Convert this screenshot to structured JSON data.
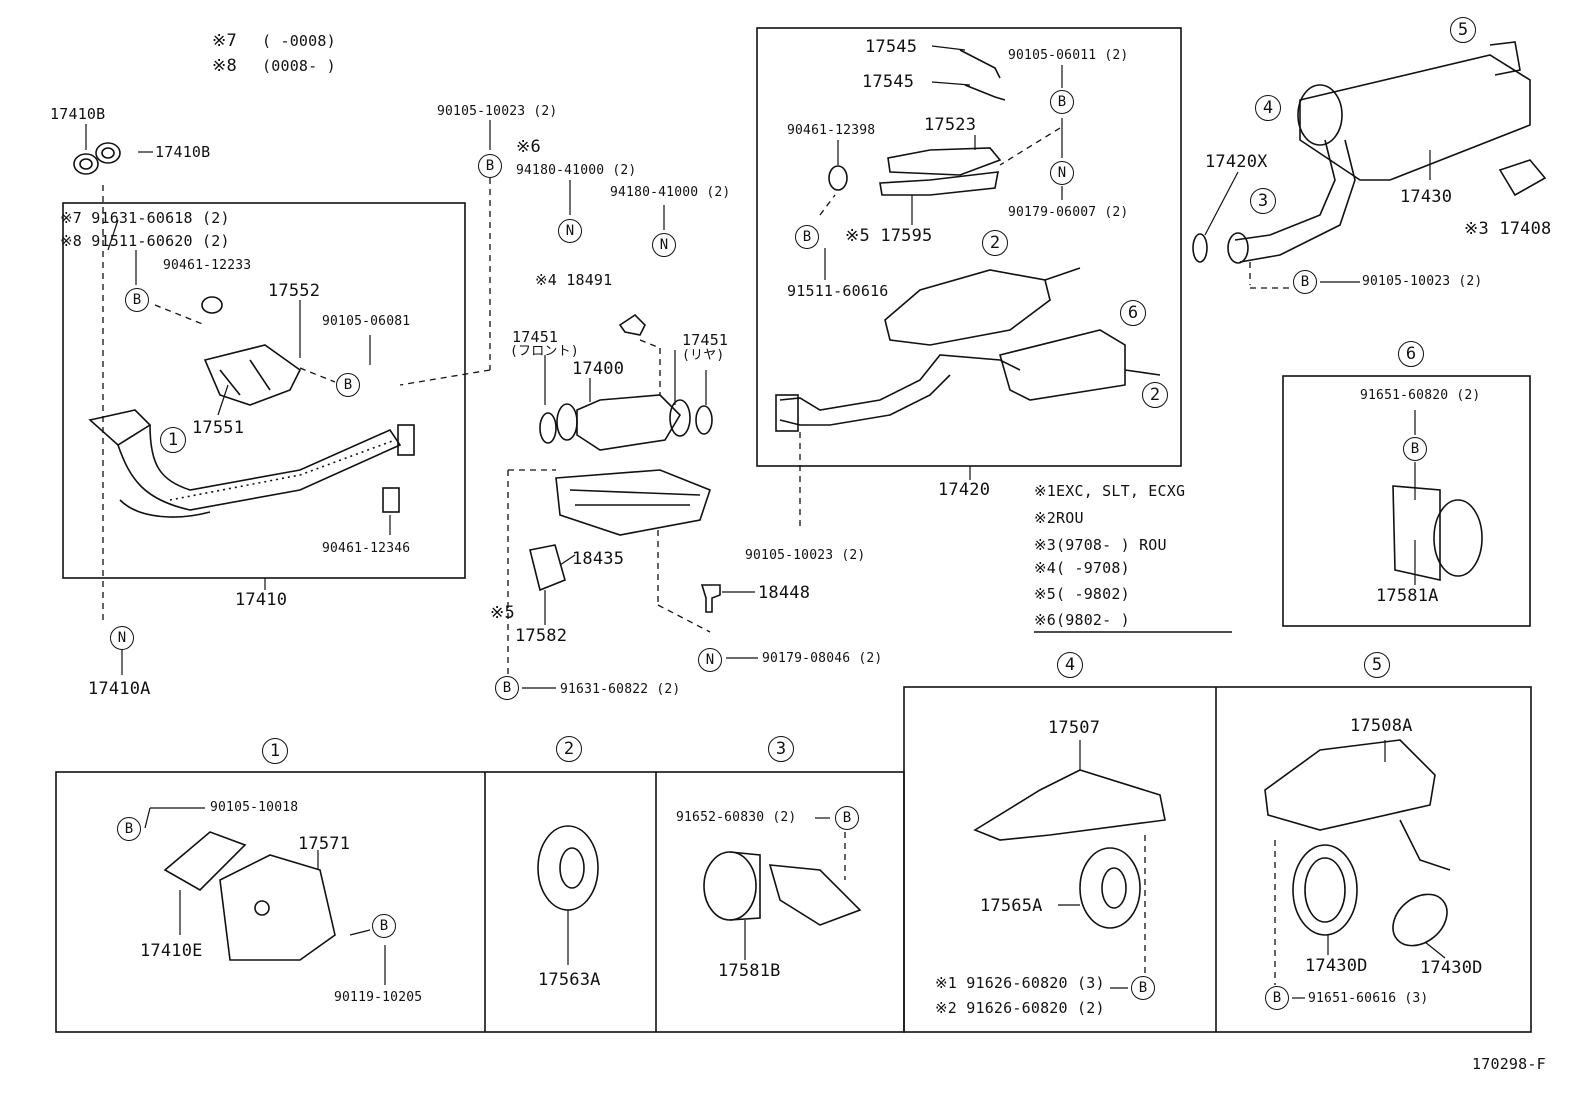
{
  "diagram_id": "170298-F",
  "header_notes": [
    {
      "mark": "※7",
      "range": "(      -0008)"
    },
    {
      "mark": "※8",
      "range": "(0008-      )"
    }
  ],
  "legend": [
    "※1EXC, SLT, ECXG",
    "※2ROU",
    "※3(9708-      ) ROU",
    "※4(      -9708)",
    "※5(      -9802)",
    "※6(9802-      )"
  ],
  "markers": {
    "bolt": "B",
    "nut": "N"
  },
  "section_numbers": [
    "1",
    "2",
    "3",
    "4",
    "5",
    "6"
  ],
  "labels": {
    "p17410B_a": "17410B",
    "p17410B_b": "17410B",
    "p91631_60618": "※7 91631-60618 (2)",
    "p91511_60620": "※8 91511-60620 (2)",
    "p90461_12233": "90461-12233",
    "p17552": "17552",
    "p90105_06081": "90105-06081",
    "p17551": "17551",
    "p90461_12346": "90461-12346",
    "p17410": "17410",
    "p17410A": "17410A",
    "p90105_10023_top": "90105-10023 (2)",
    "p_mark6": "※6",
    "p94180_a": "94180-41000 (2)",
    "p94180_b": "94180-41000 (2)",
    "p18491": "※4 18491",
    "p17451_front": "17451",
    "p17451_front_jp": "(フロント)",
    "p17451_rear": "17451",
    "p17451_rear_jp": "(リヤ)",
    "p17400": "17400",
    "p18435": "18435",
    "p18448": "18448",
    "p17582_mark": "※5",
    "p17582": "17582",
    "p90179_08046": "90179-08046 (2)",
    "p91631_60822": "91631-60822 (2)",
    "p17545_a": "17545",
    "p17545_b": "17545",
    "p90105_06011": "90105-06011 (2)",
    "p90461_12398": "90461-12398",
    "p17523": "17523",
    "p17595": "※5 17595",
    "p90179_06007": "90179-06007 (2)",
    "p91511_60616": "91511-60616",
    "p17420": "17420",
    "p90105_10023_mid": "90105-10023 (2)",
    "p17420X": "17420X",
    "p17430": "17430",
    "p17408": "※3 17408",
    "p90105_10023_right": "90105-10023 (2)",
    "p91651_60820": "91651-60820 (2)",
    "p17581A": "17581A",
    "p90105_10018": "90105-10018",
    "p17571": "17571",
    "p17410E": "17410E",
    "p90119_10205": "90119-10205",
    "p17563A": "17563A",
    "p91652_60830": "91652-60830 (2)",
    "p17581B": "17581B",
    "p17507": "17507",
    "p17565A": "17565A",
    "p91626_3": "※1 91626-60820 (3)",
    "p91626_2": "※2 91626-60820 (2)",
    "p17508A": "17508A",
    "p17430D_a": "17430D",
    "p17430D_b": "17430D",
    "p91651_60616": "91651-60616 (3)"
  }
}
